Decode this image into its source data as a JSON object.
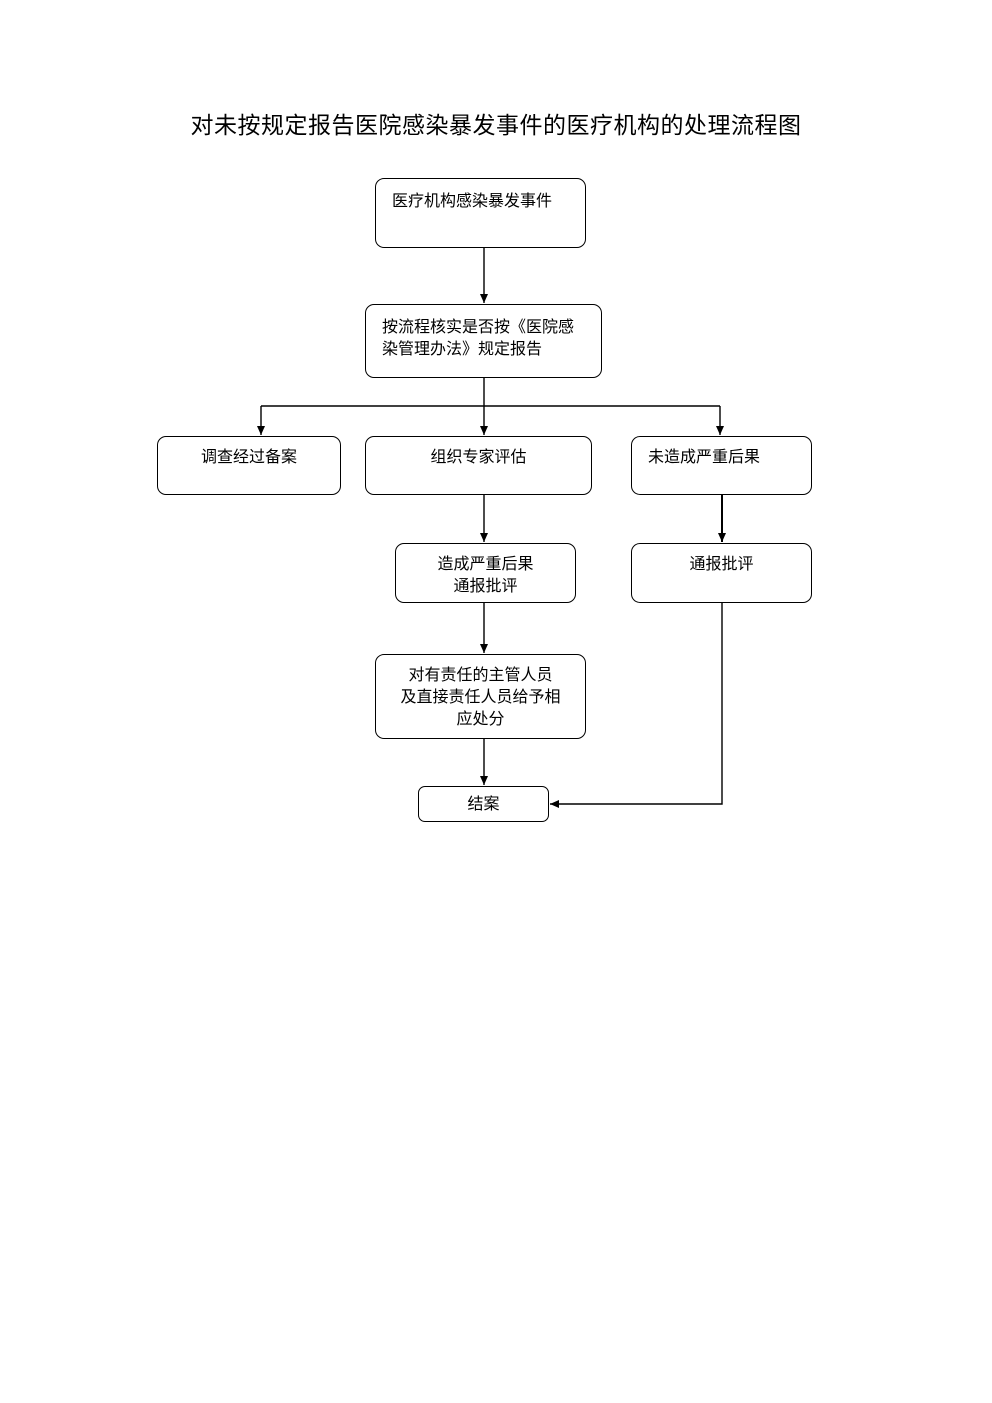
{
  "title": "对未按规定报告医院感染暴发事件的医疗机构的处理流程图",
  "nodes": {
    "start": {
      "lines": [
        "医疗机构感染暴发事件"
      ]
    },
    "check": {
      "lines": [
        "按流程核实是否按《医院感",
        "染管理办法》规定报告"
      ]
    },
    "file_record": {
      "lines": [
        "调查经过备案"
      ]
    },
    "expert_review": {
      "lines": [
        "组织专家评估"
      ]
    },
    "no_severe": {
      "lines": [
        "未造成严重后果"
      ]
    },
    "severe": {
      "lines": [
        "造成严重后果",
        "通报批评"
      ]
    },
    "notice": {
      "lines": [
        "通报批评"
      ]
    },
    "punish": {
      "lines": [
        "对有责任的主管人员",
        "及直接责任人员给予相",
        "应处分"
      ]
    },
    "close": {
      "lines": [
        "结案"
      ]
    }
  },
  "edges": [
    {
      "from": "start",
      "to": "check"
    },
    {
      "from": "check",
      "to": "file_record"
    },
    {
      "from": "check",
      "to": "expert_review"
    },
    {
      "from": "check",
      "to": "no_severe"
    },
    {
      "from": "expert_review",
      "to": "severe"
    },
    {
      "from": "no_severe",
      "to": "notice"
    },
    {
      "from": "severe",
      "to": "punish"
    },
    {
      "from": "punish",
      "to": "close"
    },
    {
      "from": "notice",
      "to": "close"
    }
  ]
}
